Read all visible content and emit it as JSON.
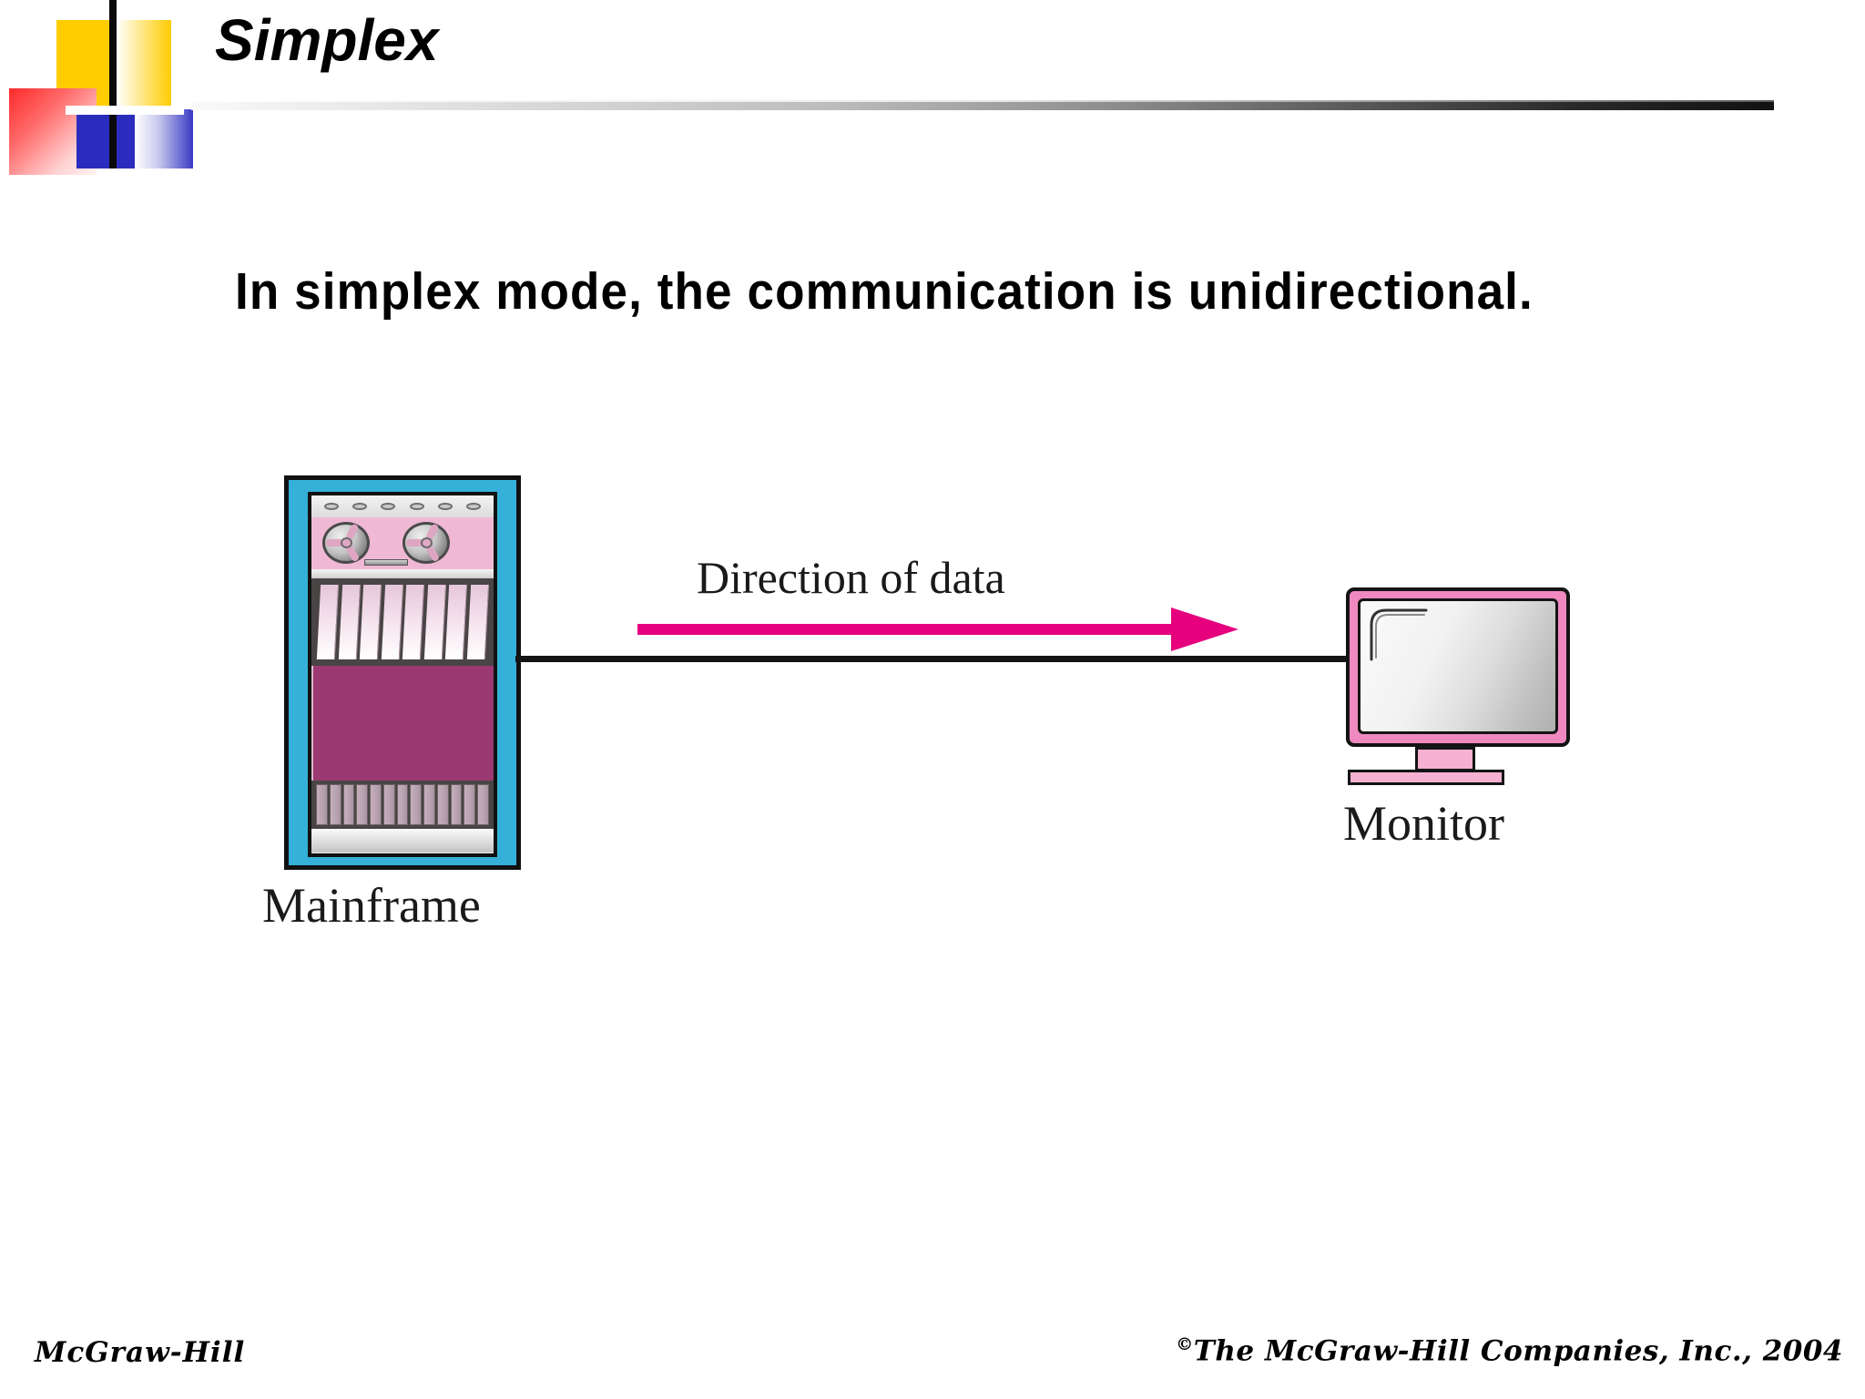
{
  "slide": {
    "title": "Simplex",
    "statement": "In simplex mode, the communication is unidirectional."
  },
  "diagram": {
    "source_device": {
      "name": "mainframe",
      "caption": "Mainframe",
      "indicator_lights": 6,
      "tape_reels": 2,
      "card_slots": 8,
      "bottom_slats": 13
    },
    "destination_device": {
      "name": "monitor",
      "caption": "Monitor"
    },
    "flow": {
      "label": "Direction of data",
      "direction": "left-to-right",
      "arrow_color": "#E6007E"
    },
    "link": {
      "color": "#141414"
    }
  },
  "footer": {
    "publisher": "McGraw-Hill",
    "copyright_mark": "©",
    "copyright_text": "The McGraw-Hill Companies, Inc., 2004"
  },
  "colors": {
    "mainframe_chassis": "#35B0D8",
    "mainframe_panel": "#9B3A72",
    "mainframe_reel_bay": "#EFB9D6",
    "monitor_bezel": "#F089C0",
    "arrow": "#E6007E",
    "logo_yellow": "#FFCC00",
    "logo_blue": "#2B2BBE",
    "logo_red": "#FF2A2A"
  }
}
